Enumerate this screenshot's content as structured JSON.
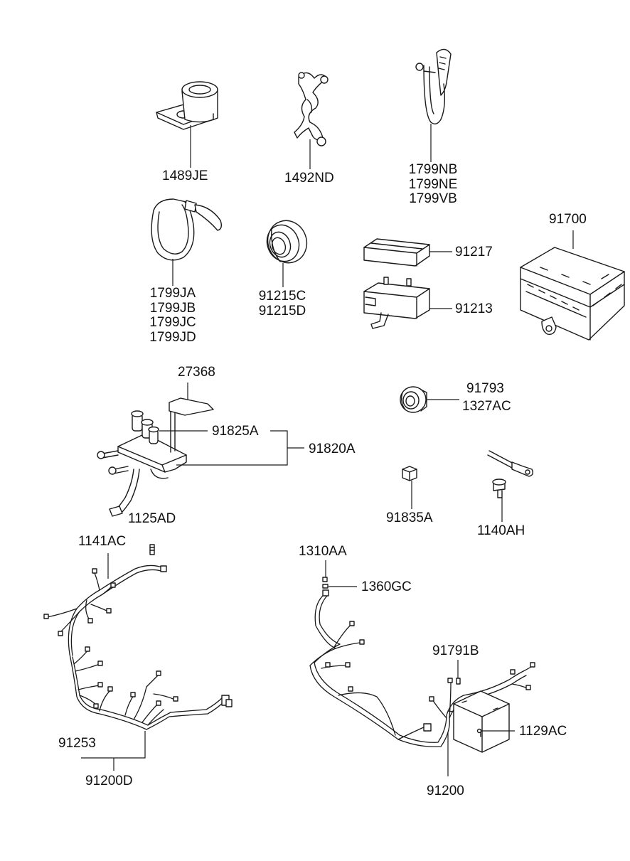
{
  "callouts": {
    "c1489JE": "1489JE",
    "c1492ND": "1492ND",
    "c1799NB_group": [
      "1799NB",
      "1799NE",
      "1799VB"
    ],
    "c1799JA_group": [
      "1799JA",
      "1799JB",
      "1799JC",
      "1799JD"
    ],
    "c91215_group": [
      "91215C",
      "91215D"
    ],
    "c91700": "91700",
    "c91217": "91217",
    "c91213": "91213",
    "c27368": "27368",
    "c91825A": "91825A",
    "c91820A": "91820A",
    "c91793": "91793",
    "c1327AC": "1327AC",
    "c91835A": "91835A",
    "c1140AH": "1140AH",
    "c1125AD": "1125AD",
    "c1141AC": "1141AC",
    "c1310AA": "1310AA",
    "c1360GC": "1360GC",
    "c91791B": "91791B",
    "c1129AC": "1129AC",
    "c91253": "91253",
    "c91200D": "91200D",
    "c91200": "91200"
  }
}
